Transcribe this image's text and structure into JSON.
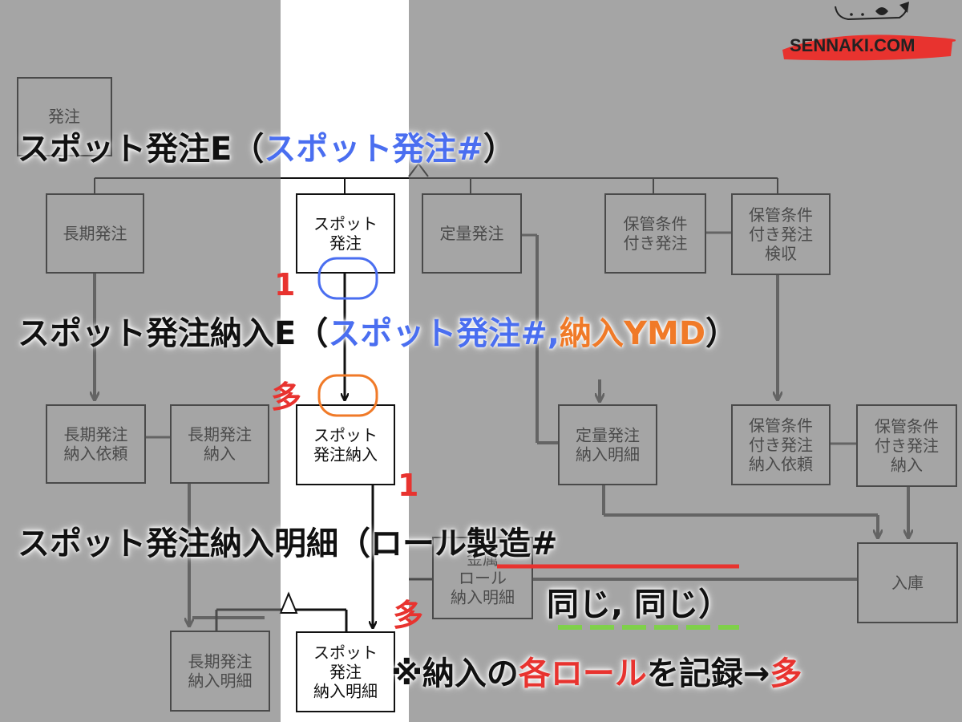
{
  "brand": {
    "text": "SENNAKI.COM"
  },
  "colors": {
    "blue": "#4a6ef0",
    "orange": "#f07a28",
    "red": "#e8332f",
    "green": "#7fd04a",
    "dim": "#8a8a8a"
  },
  "boxes": {
    "order": [
      "発注"
    ],
    "long_order": [
      "長期発注"
    ],
    "spot_order": [
      "スポット",
      "発注"
    ],
    "fixed_order": [
      "定量発注"
    ],
    "cond_order": [
      "保管条件",
      "付き発注"
    ],
    "cond_inspect": [
      "保管条件",
      "付き発注",
      "検収"
    ],
    "long_req": [
      "長期発注",
      "納入依頼"
    ],
    "long_delivery": [
      "長期発注",
      "納入"
    ],
    "spot_delivery": [
      "スポット",
      "発注納入"
    ],
    "fixed_detail": [
      "定量発注",
      "納入明細"
    ],
    "cond_req": [
      "保管条件",
      "付き発注",
      "納入依頼"
    ],
    "cond_delivery": [
      "保管条件",
      "付き発注",
      "納入"
    ],
    "metal_detail": [
      "金属",
      "ロール",
      "納入明細"
    ],
    "warehouse": [
      "入庫"
    ],
    "long_detail": [
      "長期発注",
      "納入明細"
    ],
    "spot_detail": [
      "スポット",
      "発注",
      "納入明細"
    ]
  },
  "annotations": {
    "line1": {
      "entity": "スポット発注E",
      "open": "（",
      "key": "スポット発注#",
      "close": "）"
    },
    "line2": {
      "entity": "スポット発注納入E",
      "open": "（",
      "key1": "スポット発注#,",
      "key2": "納入YMD",
      "close": "）"
    },
    "line3": {
      "entity": "スポット発注納入明細",
      "open": "（",
      "key": "ロール製造#"
    },
    "line4": {
      "text": "同じ, 同じ）"
    },
    "note": {
      "prefix": "※納入の",
      "highlight": "各ロール",
      "middle": "を記録→",
      "suffix": "多"
    },
    "card1": "1",
    "card_many1": "多",
    "card2": "1",
    "card_many2": "多"
  }
}
